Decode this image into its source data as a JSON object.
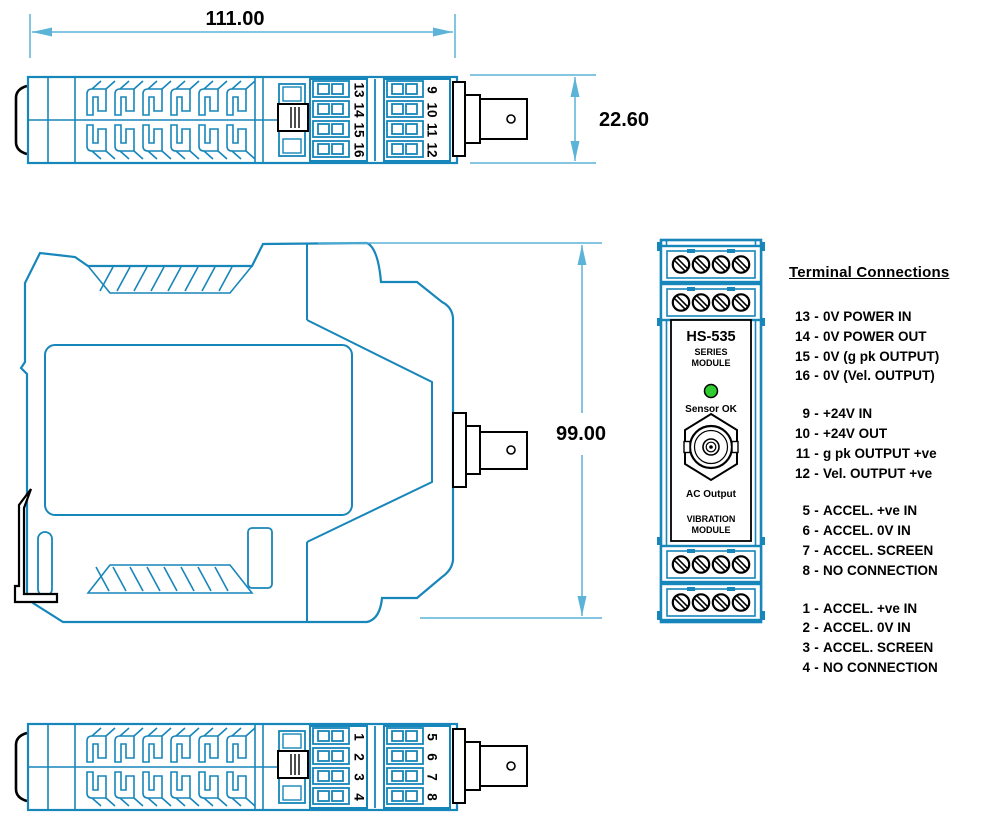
{
  "drawing": {
    "dimensions": {
      "width_label": "111.00",
      "height_label": "22.60",
      "side_height_label": "99.00"
    },
    "top_view": {
      "left_block_numbers": [
        "13",
        "14",
        "15",
        "16"
      ],
      "right_block_numbers": [
        "9",
        "10",
        "11",
        "12"
      ]
    },
    "bottom_view": {
      "left_block_numbers": [
        "1",
        "2",
        "3",
        "4"
      ],
      "right_block_numbers": [
        "5",
        "6",
        "7",
        "8"
      ]
    },
    "front_view": {
      "model": "HS-535",
      "series_line1": "SERIES",
      "series_line2": "MODULE",
      "led_label": "Sensor OK",
      "connector_label": "AC Output",
      "type_line1": "VIBRATION",
      "type_line2": "MODULE"
    },
    "colors": {
      "outline_blue": "#1786ba",
      "dim_blue": "#5bb3d8",
      "navy": "#2222c0",
      "light_blue": "#2da0e0",
      "led_green": "#2ecc2e"
    }
  },
  "terminal_connections": {
    "title": "Terminal Connections",
    "separator": "-",
    "groups": [
      {
        "items": [
          {
            "num": "13",
            "label": "0V POWER IN"
          },
          {
            "num": "14",
            "label": "0V POWER OUT"
          },
          {
            "num": "15",
            "label": "0V (g pk OUTPUT)"
          },
          {
            "num": "16",
            "label": "0V (Vel. OUTPUT)"
          }
        ]
      },
      {
        "items": [
          {
            "num": "9",
            "label": "+24V IN"
          },
          {
            "num": "10",
            "label": "+24V OUT"
          },
          {
            "num": "11",
            "label": "g pk OUTPUT +ve"
          },
          {
            "num": "12",
            "label": "Vel. OUTPUT +ve"
          }
        ]
      },
      {
        "items": [
          {
            "num": "5",
            "label": "ACCEL. +ve IN"
          },
          {
            "num": "6",
            "label": "ACCEL. 0V IN"
          },
          {
            "num": "7",
            "label": "ACCEL. SCREEN"
          },
          {
            "num": "8",
            "label": "NO CONNECTION"
          }
        ]
      },
      {
        "items": [
          {
            "num": "1",
            "label": "ACCEL. +ve IN"
          },
          {
            "num": "2",
            "label": "ACCEL. 0V IN"
          },
          {
            "num": "3",
            "label": "ACCEL. SCREEN"
          },
          {
            "num": "4",
            "label": "NO CONNECTION"
          }
        ]
      }
    ]
  }
}
